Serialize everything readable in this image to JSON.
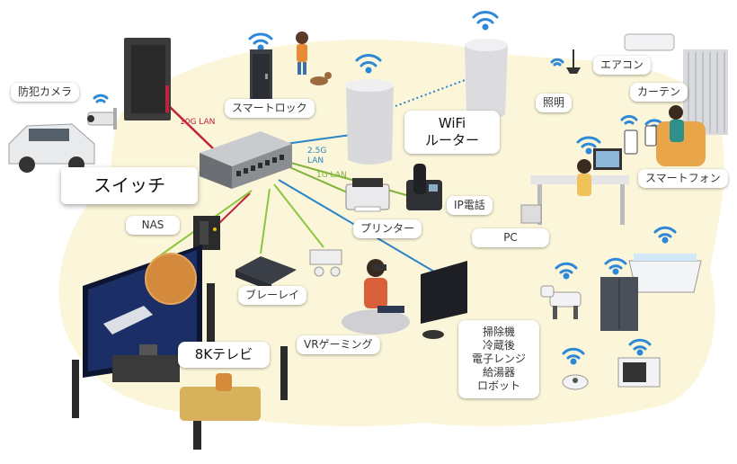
{
  "colors": {
    "blob": "#fbf6d9",
    "wifi": "#2e88d8",
    "cable_10g": "#c0223a",
    "cable_25g": "#2b84c6",
    "cable_1g": "#7fb339",
    "cable_green": "#8dc63f"
  },
  "links": {
    "lan_10g": "10G LAN",
    "lan_25g_a": "2.5G",
    "lan_25g_b": "LAN",
    "lan_1g": "1G LAN"
  },
  "labels": {
    "camera": "防犯カメラ",
    "smartlock": "スマートロック",
    "switch": "スイッチ",
    "wifi_router_1": "WiFi",
    "wifi_router_2": "ルーター",
    "nas": "NAS",
    "printer": "プリンター",
    "ip_phone": "IP電話",
    "pc": "PC",
    "bluray": "ブレーレイ",
    "tv": "8Kテレビ",
    "vr": "VRゲーミング",
    "lighting": "照明",
    "aircon": "エアコン",
    "curtain": "カーテン",
    "smartphone": "スマートフォン",
    "appliances": [
      "掃除機",
      "冷蔵後",
      "電子レンジ",
      "給湯器",
      "ロボット"
    ]
  },
  "icons": {
    "wifi": "wifi-signal-icon",
    "switch": "network-switch-icon",
    "router": "mesh-router-icon",
    "nas": "nas-drive-icon",
    "printer": "printer-icon",
    "phone": "ip-phone-icon",
    "tv": "television-icon",
    "camera": "security-camera-icon",
    "robot": "robot-dog-icon"
  }
}
